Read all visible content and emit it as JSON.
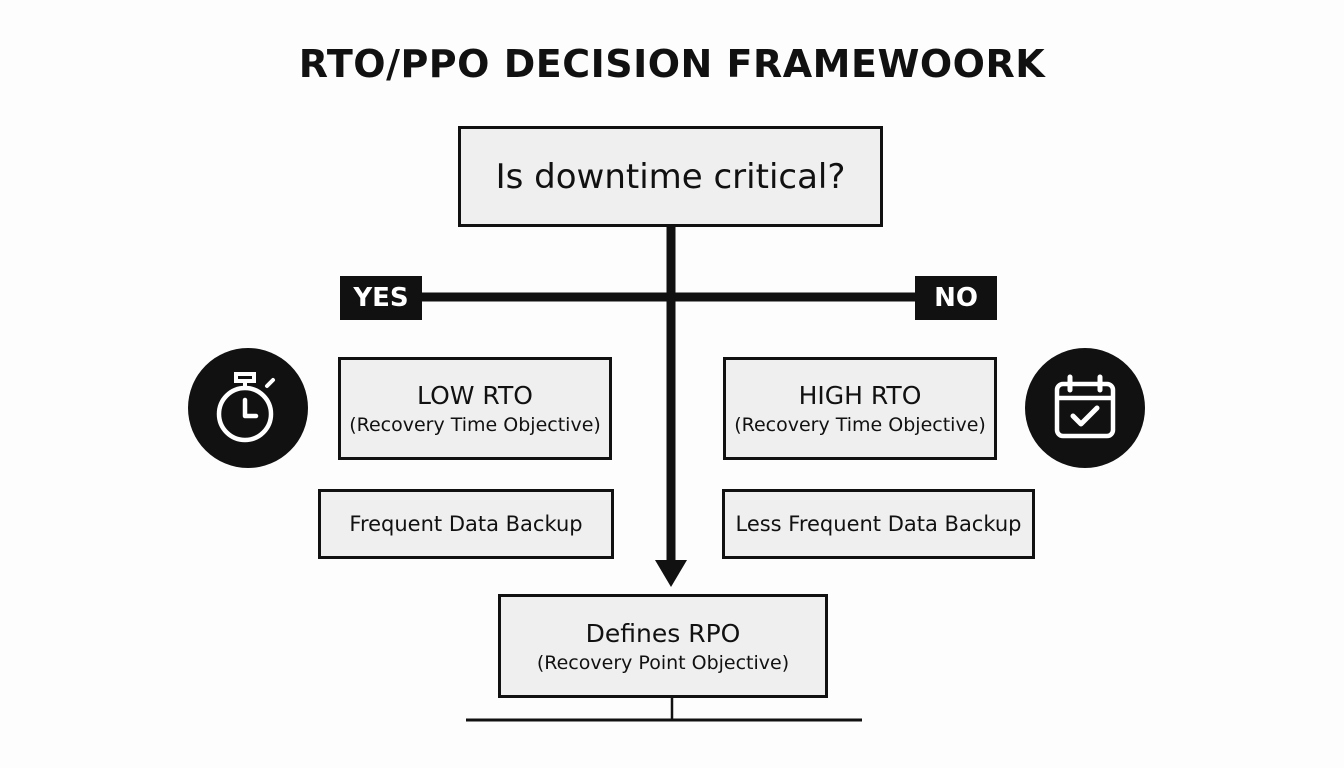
{
  "diagram": {
    "title": "RTO/PPO DECISION FRAMEWOORK",
    "question": "Is downtime critical?",
    "branches": {
      "yes_label": "YES",
      "no_label": "NO"
    },
    "yes_side": {
      "icon": "stopwatch-icon",
      "box_main": "LOW RTO",
      "box_sub": "(Recovery Time Objective)",
      "backup": "Frequent Data Backup"
    },
    "no_side": {
      "icon": "calendar-check-icon",
      "box_main": "HIGH RTO",
      "box_sub": "(Recovery Time Objective)",
      "backup": "Less Frequent Data Backup"
    },
    "outcome": {
      "main": "Defines RPO",
      "sub": "(Recovery Point Objective)"
    },
    "colors": {
      "ink": "#111111",
      "box_fill": "#efefef",
      "background": "#fdfdfd"
    }
  }
}
